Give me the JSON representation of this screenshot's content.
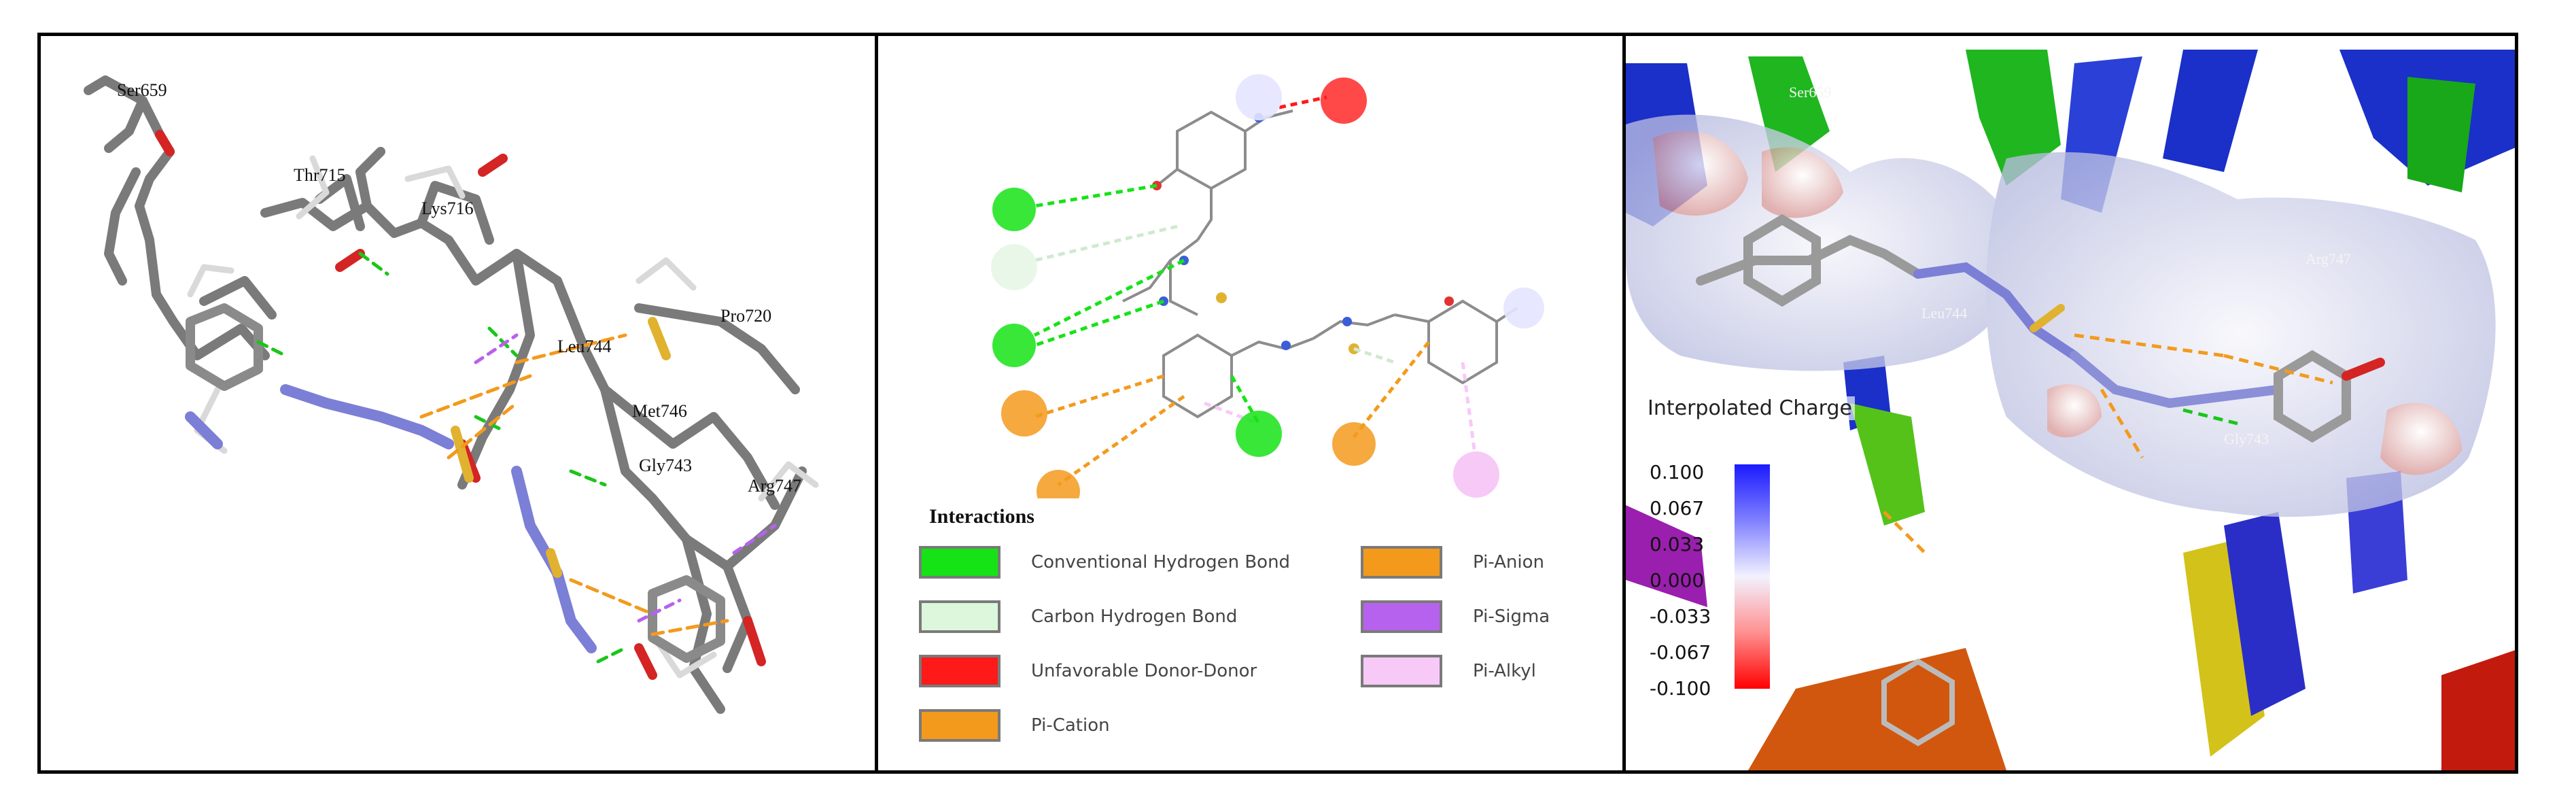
{
  "panel_left": {
    "residue_labels": [
      "Ser659",
      "Thr715",
      "Lys716",
      "Pro720",
      "Leu744",
      "Met746",
      "Arg747",
      "Gly743"
    ]
  },
  "panel_middle": {
    "legend_title": "Interactions",
    "legend_items": [
      {
        "label": "Conventional Hydrogen Bond",
        "color": "#16e316"
      },
      {
        "label": "Carbon Hydrogen Bond",
        "color": "#dcf7dc"
      },
      {
        "label": "Unfavorable Donor-Donor",
        "color": "#ff1a1a"
      },
      {
        "label": "Pi-Cation",
        "color": "#f39a1c"
      },
      {
        "label": "Pi-Anion",
        "color": "#f39a1c"
      },
      {
        "label": "Pi-Sigma",
        "color": "#b662ef"
      },
      {
        "label": "Pi-Alkyl",
        "color": "#f7c9f7"
      }
    ]
  },
  "panel_right": {
    "colorbar_title": "Interpolated Charge",
    "colorbar_ticks": [
      "0.100",
      "0.067",
      "0.033",
      "0.000",
      "-0.033",
      "-0.067",
      "-0.100"
    ],
    "residue_labels": [
      "Ser659",
      "Leu744",
      "Arg747",
      "Gly743"
    ]
  }
}
